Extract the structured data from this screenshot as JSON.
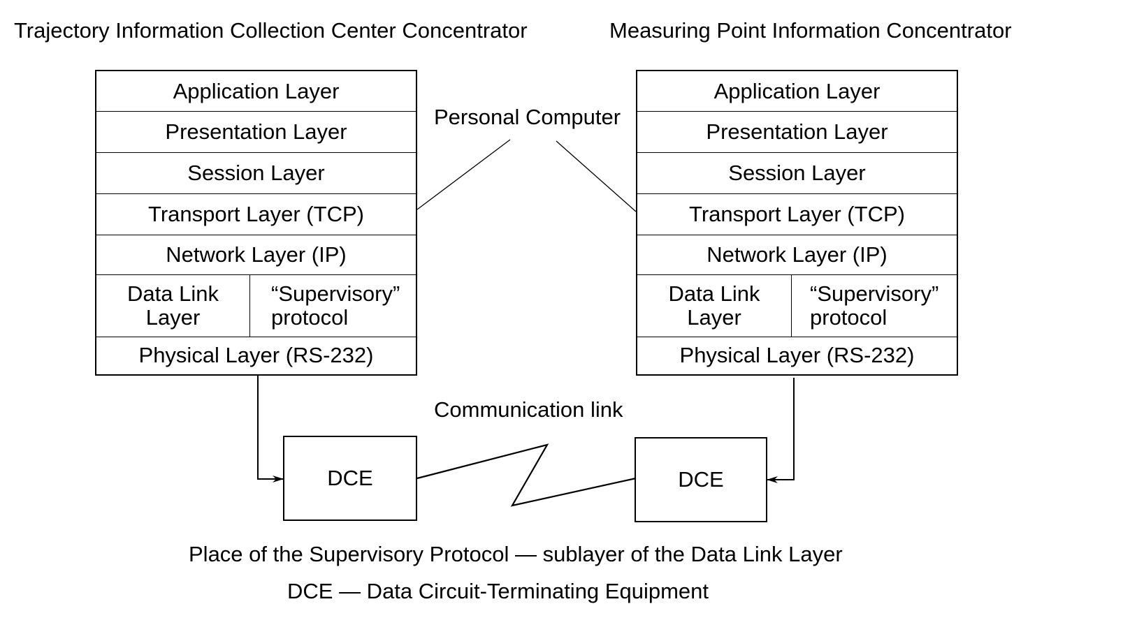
{
  "titles": {
    "left": "Trajectory Information Collection Center Concentrator",
    "right": "Measuring Point Information Concentrator"
  },
  "left_stack": {
    "application": "Application Layer",
    "presentation": "Presentation Layer",
    "session": "Session Layer",
    "transport": "Transport Layer (TCP)",
    "network": "Network Layer (IP)",
    "data_link_1": "Data Link",
    "data_link_2": "Layer",
    "supervisory_1": "“Supervisory”",
    "supervisory_2": "protocol",
    "physical": "Physical Layer (RS-232)"
  },
  "right_stack": {
    "application": "Application Layer",
    "presentation": "Presentation Layer",
    "session": "Session Layer",
    "transport": "Transport Layer (TCP)",
    "network": "Network Layer (IP)",
    "data_link_1": "Data Link",
    "data_link_2": "Layer",
    "supervisory_1": "“Supervisory”",
    "supervisory_2": "protocol",
    "physical": "Physical Layer (RS-232)"
  },
  "labels": {
    "personal_computer": "Personal Computer",
    "communication_link": "Communication link",
    "dce_left": "DCE",
    "dce_right": "DCE"
  },
  "legend": {
    "line1": "Place of the Supervisory Protocol — sublayer of the Data Link Layer",
    "line2": "DCE — Data Circuit-Terminating Equipment"
  }
}
